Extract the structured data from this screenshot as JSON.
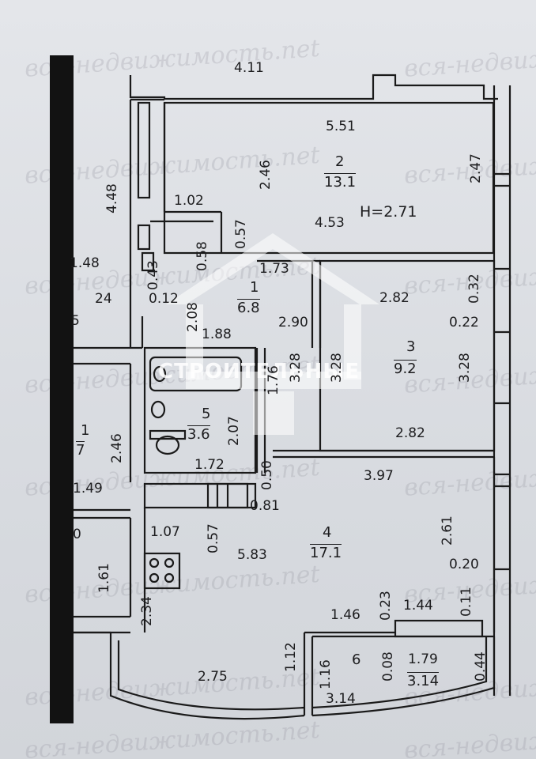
{
  "watermark": {
    "text": "вся-недвижимость.net"
  },
  "logo": {
    "text": "СТРОИТЕЛЬНЫЕ"
  },
  "height_label": "H=2.71",
  "rooms": [
    {
      "id": "2",
      "number": "2",
      "area": "13.1"
    },
    {
      "id": "1",
      "number": "1",
      "area": "6.8"
    },
    {
      "id": "3",
      "number": "3",
      "area": "9.2"
    },
    {
      "id": "5",
      "number": "5",
      "area": "3.6"
    },
    {
      "id": "4",
      "number": "4",
      "area": "17.1"
    },
    {
      "id": "6",
      "number": "6",
      "area": "3.14"
    },
    {
      "id": "nb",
      "number": "1",
      "area": "7"
    }
  ],
  "dimensions": {
    "d_4_11": "4.11",
    "d_5_51": "5.51",
    "d_2_46_a": "2.46",
    "d_2_47": "2.47",
    "d_4_48": "4.48",
    "d_1_02": "1.02",
    "d_0_57_a": "0.57",
    "d_4_53": "4.53",
    "d_1_48": "1.48",
    "d_0_43": "0.43",
    "d_0_58": "0.58",
    "d_1_73": "1.73",
    "d_2_82_a": "2.82",
    "d_0_32": "0.32",
    "d_24": "24",
    "d_0_12": "0.12",
    "d_2_08": "2.08",
    "d_5": "5",
    "d_2_90": "2.90",
    "d_0_22": "0.22",
    "d_1_88": "1.88",
    "d_1_76": "1.76",
    "d_3_28_a": "3.28",
    "d_3_28_b": "3.28",
    "d_3_28_c": "3.28",
    "d_2_07": "2.07",
    "d_2_46_b": "2.46",
    "d_1_72": "1.72",
    "d_2_82_b": "2.82",
    "d_0_50": "0.50",
    "d_3_97": "3.97",
    "d_1_49": "1.49",
    "d_0_81": "0.81",
    "d_0": "0",
    "d_1_07": "1.07",
    "d_0_57_b": "0.57",
    "d_2_61": "2.61",
    "d_5_83": "5.83",
    "d_1_61": "1.61",
    "d_0_20": "0.20",
    "d_0_11": "0.11",
    "d_0_23": "0.23",
    "d_1_46": "1.46",
    "d_1_44": "1.44",
    "d_2_34": "2.34",
    "d_1_12": "1.12",
    "d_0_08": "0.08",
    "d_1_79": "1.79",
    "d_0_44": "0.44",
    "d_1_16": "1.16",
    "d_2_75": "2.75",
    "d_3_14_a": "3.14"
  },
  "colors": {
    "wall": "#121212",
    "ink": "#1c1c1e",
    "paper": "#e0e2e6"
  }
}
